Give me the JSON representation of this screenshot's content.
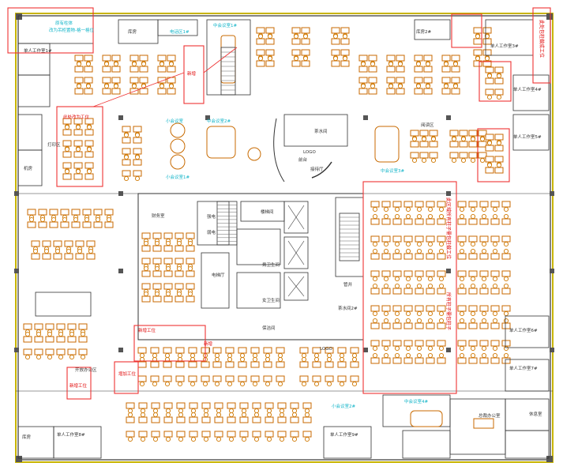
{
  "labels": {
    "hr_room_1": "库房",
    "hr_room_2": "库房2#",
    "hr_room_3": "库房",
    "leader_top_left": "单人工作室1#",
    "leader_top_right": "单人工作室3#",
    "leader_right_1": "单人工作室4#",
    "leader_right_2": "单人工作室5#",
    "leader_right_3": "单人工作室6#",
    "leader_right_4": "单人工作室7#",
    "leader_bottom_left": "单人工作室8#",
    "leader_bottom_mid": "单人工作室9#",
    "meeting_top": "中会议室1#",
    "meeting_mid_1": "中会议室2#",
    "meeting_mid_2": "中会议室3#",
    "meeting_bottom": "中会议室4#",
    "small_meeting_1": "小会议室",
    "small_meeting_2": "小会议室1#",
    "small_meeting_3": "小会议室2#",
    "tea_room": "茶水间",
    "tea_room_2": "茶水间2#",
    "reception": "前台",
    "logo_top": "LOGO",
    "logo_bottom": "LOGO",
    "lobby": "接待厅",
    "reading": "阅读区",
    "phone_booth": "电话区1#",
    "copy_room": "打印区",
    "server": "机房",
    "storage": "储藏间",
    "finance": "财务室",
    "ceo_office": "总裁办公室",
    "pantry_women": "女卫生间",
    "pantry_men": "男卫生间",
    "cleaning": "保洁间",
    "elevator_hall": "电梯厅",
    "stair": "楼梯间",
    "open_office_bottom": "开放办公区",
    "lounge": "休息室",
    "strong_room": "强电",
    "weak_room": "弱电",
    "pipe": "管井"
  },
  "notes": {
    "note_top_left": "原有柱体",
    "note_top_left_2": "改为吊柜置物-格一格位",
    "note_top_right_v": "此处包柱做成工位",
    "note_mid_left": "此处改为工位",
    "note_pillar_a": "新增工位",
    "note_pillar_b": "新增工位",
    "note_right_v1": "此区域所有柱子需包柱做工位",
    "note_right_v2": "所有柱子需包柱子",
    "note_mid_center": "新增",
    "note_top_center": "新增",
    "note_bottom_left": "增加工位"
  },
  "colors": {
    "wall": "#333333",
    "furniture": "#c86a00",
    "annotation": "#e00000",
    "room_label": "#10b4c8",
    "outer_wall": "#c8b400"
  }
}
